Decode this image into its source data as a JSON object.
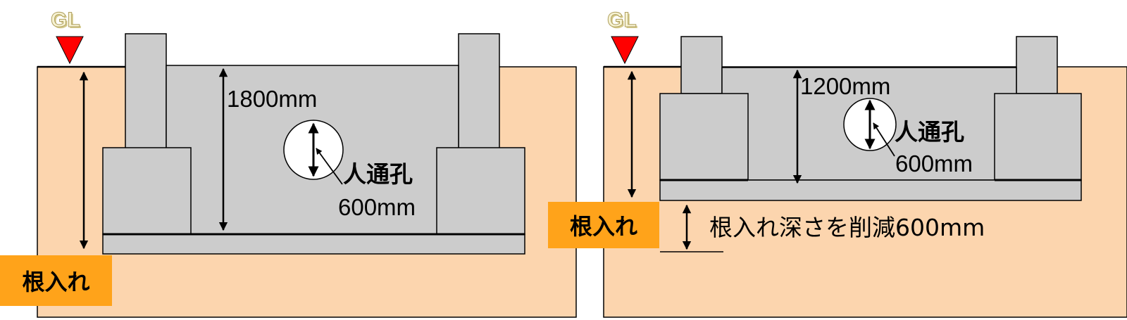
{
  "colors": {
    "soil": "#fcd5ae",
    "concrete": "#cccccc",
    "tag_background": "#ffa31a",
    "gl_marker": "#ff0000",
    "line": "#000000"
  },
  "left_diagram": {
    "gl_label": "GL",
    "depth_label": "1800mm",
    "manhole_label": "人通孔",
    "manhole_size": "600mm",
    "embedment_tag": "根入れ"
  },
  "right_diagram": {
    "gl_label": "GL",
    "depth_label": "1200mm",
    "manhole_label": "人通孔",
    "manhole_size": "600mm",
    "embedment_tag": "根入れ",
    "reduction_note": "根入れ深さを削減600mm"
  }
}
